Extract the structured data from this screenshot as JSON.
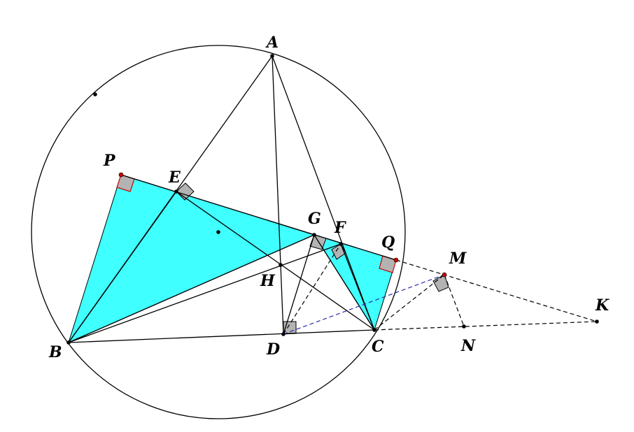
{
  "diagram": {
    "point_labels": {
      "A": "A",
      "B": "B",
      "C": "C",
      "D": "D",
      "E": "E",
      "F": "F",
      "G": "G",
      "H": "H",
      "P": "P",
      "Q": "Q",
      "M": "M",
      "N": "N",
      "K": "K"
    },
    "colors": {
      "fill": "#00ffff",
      "square_fill": "#b3b3b3",
      "red_marker": "#cc0000",
      "blue_dash": "#2b2bb0"
    }
  }
}
